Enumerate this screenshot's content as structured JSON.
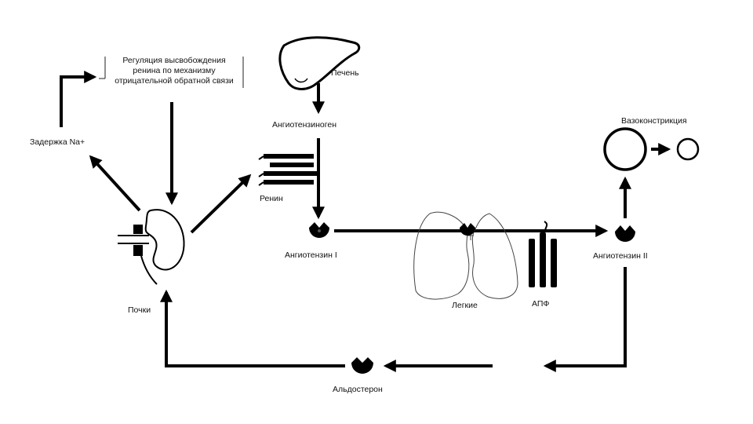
{
  "labels": {
    "feedback_line1": "Регуляция высвобождения",
    "feedback_line2": "ренина по механизму",
    "feedback_line3": "отрицательной обратной связи",
    "liver": "Печень",
    "angiotensinogen": "Ангиотензиноген",
    "sodium": "Задержка Na+",
    "renin": "Ренин",
    "angiotensin1": "Ангиотензин I",
    "lungs": "Легкие",
    "ace": "АПФ",
    "angiotensin2": "Ангиотензин II",
    "vasoconstriction": "Вазоконстрикция",
    "kidneys": "Почки",
    "aldosterone": "Альдостерон"
  },
  "colors": {
    "ink": "#000000",
    "background": "#ffffff"
  }
}
